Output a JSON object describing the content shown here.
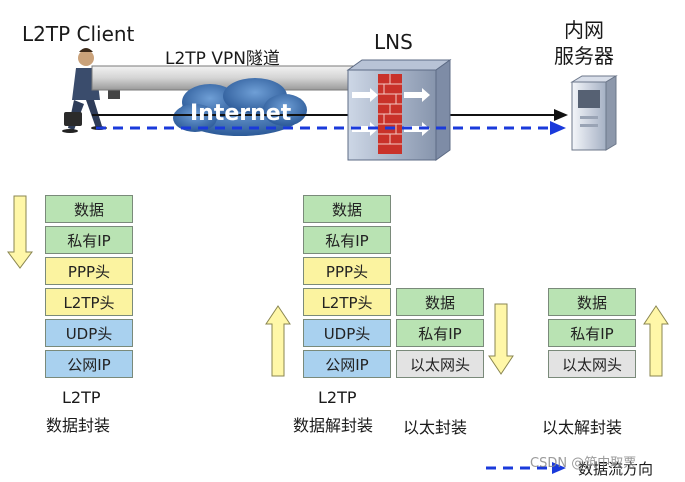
{
  "top": {
    "client_label": "L2TP Client",
    "tunnel_label": "L2TP VPN隧道",
    "internet_label": "Internet",
    "lns_label": "LNS",
    "server_label_line1": "内网",
    "server_label_line2": "服务器"
  },
  "stacks": {
    "client_encap": [
      "数据",
      "私有IP",
      "PPP头",
      "L2TP头",
      "UDP头",
      "公网IP"
    ],
    "lns_decap": [
      "数据",
      "私有IP",
      "PPP头",
      "L2TP头",
      "UDP头",
      "公网IP"
    ],
    "eth_encap": [
      "数据",
      "私有IP",
      "以太网头"
    ],
    "eth_decap": [
      "数据",
      "私有IP",
      "以太网头"
    ]
  },
  "captions": {
    "l2tp_encap_line1": "L2TP",
    "l2tp_encap_line2": "数据封装",
    "l2tp_decap_line1": "L2TP",
    "l2tp_decap_line2": "数据解封装",
    "eth_encap": "以太封装",
    "eth_decap": "以太解封装"
  },
  "legend": {
    "label": "数据流方向",
    "watermark": "CSDN @筑中取票"
  },
  "colors": {
    "arrow_blue": "#1a3adb",
    "arrow_fill": "#fff7a8",
    "tunnel": "#dcdcdc",
    "cloud": "#3b6fb0"
  }
}
